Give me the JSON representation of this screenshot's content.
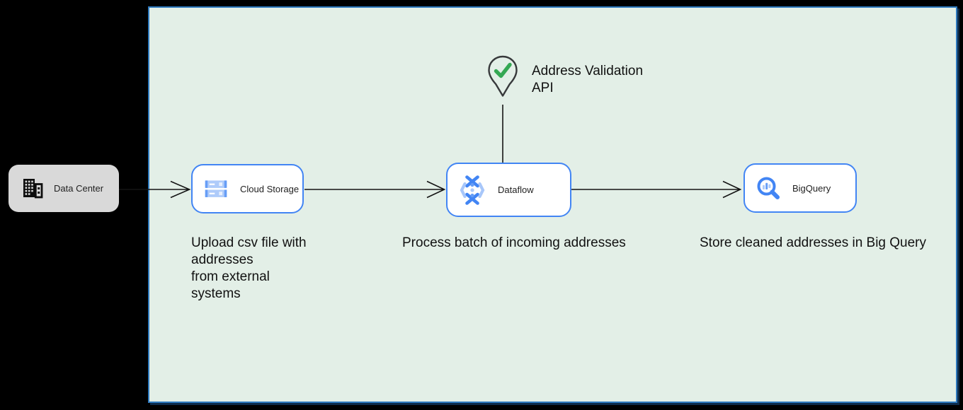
{
  "diagram": {
    "nodes": [
      {
        "id": "data-center",
        "label": "Data Center"
      },
      {
        "id": "cloud-storage",
        "label": "Cloud Storage"
      },
      {
        "id": "dataflow",
        "label": "Dataflow"
      },
      {
        "id": "bigquery",
        "label": "BigQuery"
      }
    ],
    "api_marker": {
      "label": "Address Validation\nAPI"
    },
    "notes": {
      "upload": "Upload csv file with\naddresses\nfrom external\nsystems",
      "process": "Process batch of incoming addresses",
      "store": "Store cleaned addresses in Big Query"
    }
  },
  "colors": {
    "canvas_bg": "#000000",
    "panel_bg": "#e3efe7",
    "panel_border": "#2e7abf",
    "node_border": "#4285f4",
    "node_bg": "#ffffff",
    "data_center_bg": "#d9d9d9",
    "connector": "#141414",
    "check_green": "#34a853",
    "icon_blue": "#4285f4",
    "icon_blue_mid": "#669df6",
    "icon_blue_light": "#aecbfa",
    "text": "#111111"
  }
}
